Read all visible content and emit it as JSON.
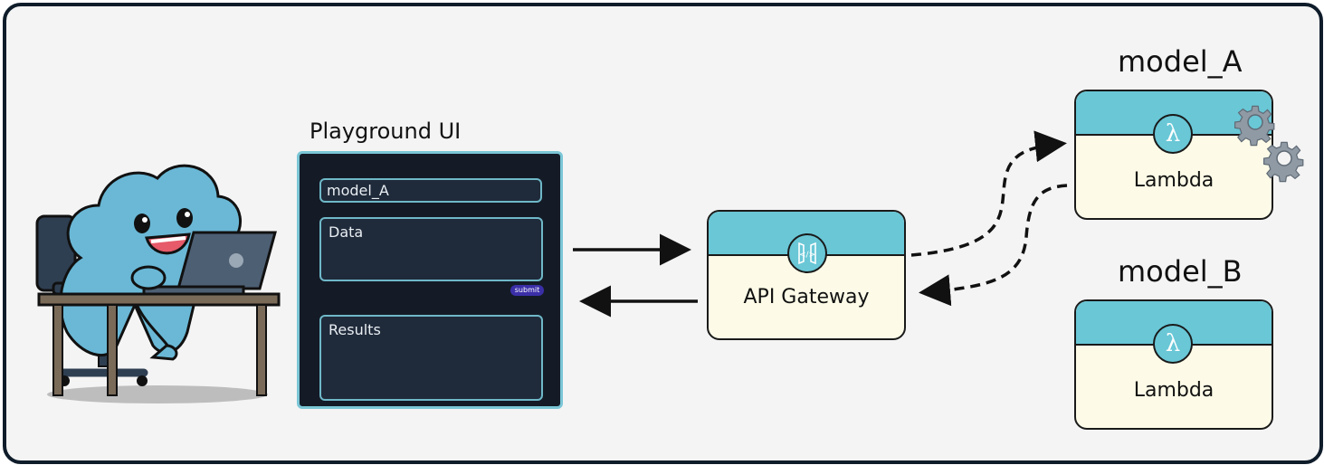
{
  "playground": {
    "title": "Playground UI",
    "model_field": "model_A",
    "data_label": "Data",
    "submit_label": "submit",
    "results_label": "Results"
  },
  "gateway": {
    "name": "API Gateway",
    "icon": "api-gateway-icon"
  },
  "model_a": {
    "title": "model_A",
    "name": "Lambda",
    "icon": "lambda-icon"
  },
  "model_b": {
    "title": "model_B",
    "name": "Lambda",
    "icon": "lambda-icon"
  },
  "colors": {
    "accent": "#69c7d6",
    "box_fill": "#fdfbe7",
    "panel": "#141b27",
    "submit": "#3b2fa8",
    "frame": "#0f1c2a"
  }
}
